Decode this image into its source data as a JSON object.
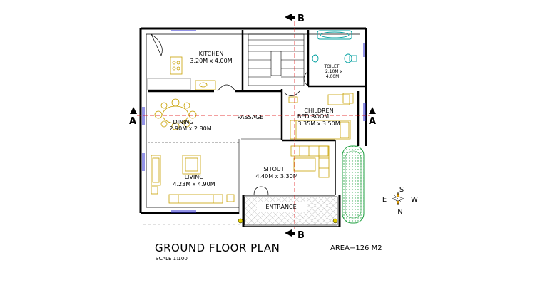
{
  "plan": {
    "title": "GROUND FLOOR PLAN",
    "area": "AREA=126 M2",
    "scale": "SCALE 1:100"
  },
  "rooms": {
    "kitchen": {
      "name": "KITCHEN",
      "size": "3.20M x 4.00M"
    },
    "toilet": {
      "name": "TOILET",
      "size_1": "2.10M x",
      "size_2": "4.00M"
    },
    "dining": {
      "name": "DINING",
      "size": "2.90M x 2.80M"
    },
    "passage": {
      "name": "PASSAGE"
    },
    "children": {
      "name_1": "CHILDREN",
      "name_2": "BED ROOM",
      "size": "3.35M x 3.50M"
    },
    "living": {
      "name": "LIVING",
      "size": "4.23M x 4.90M"
    },
    "sitout": {
      "name": "SITOUT",
      "size": "4.40M x 3.30M"
    },
    "entrance": {
      "name": "ENTRANCE"
    }
  },
  "sections": {
    "a": "A",
    "b": "B"
  },
  "compass": {
    "north": "N",
    "south": "S",
    "east": "E",
    "west": "W"
  },
  "colors": {
    "wall": "#000000",
    "furniture": "#c8a000",
    "section_line": "#e00000",
    "window": "#2a2ad0",
    "sanitary": "#00a0a0",
    "garden": "#20a040",
    "paving": "#808080"
  }
}
